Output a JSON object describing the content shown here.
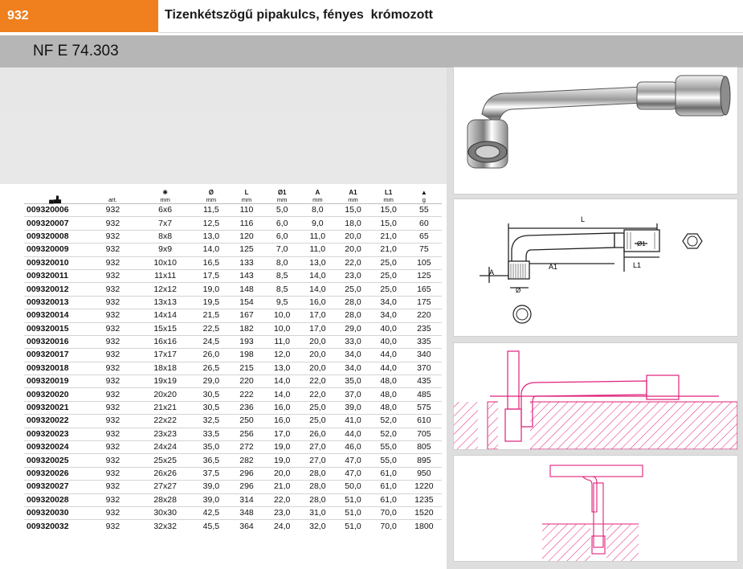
{
  "header": {
    "code": "932",
    "title": "Tizenkétszögű pipakulcs, fényes  krómozott",
    "norm": "NF E 74.303"
  },
  "table": {
    "columns": [
      {
        "key": "art",
        "top": "",
        "unit": ""
      },
      {
        "key": "ref",
        "top": "",
        "unit": "art."
      },
      {
        "key": "size",
        "top": "",
        "unit": "mm"
      },
      {
        "key": "d",
        "top": "Ø",
        "unit": "mm"
      },
      {
        "key": "L",
        "top": "L",
        "unit": "mm"
      },
      {
        "key": "d1",
        "top": "Ø1",
        "unit": "mm"
      },
      {
        "key": "A",
        "top": "A",
        "unit": "mm"
      },
      {
        "key": "A1",
        "top": "A1",
        "unit": "mm"
      },
      {
        "key": "L1",
        "top": "L1",
        "unit": "mm"
      },
      {
        "key": "g",
        "top": "",
        "unit": "g"
      }
    ],
    "rows": [
      [
        "009320006",
        "932",
        "6x6",
        "11,5",
        "110",
        "5,0",
        "8,0",
        "15,0",
        "15,0",
        "55"
      ],
      [
        "009320007",
        "932",
        "7x7",
        "12,5",
        "116",
        "6,0",
        "9,0",
        "18,0",
        "15,0",
        "60"
      ],
      [
        "009320008",
        "932",
        "8x8",
        "13,0",
        "120",
        "6,0",
        "11,0",
        "20,0",
        "21,0",
        "65"
      ],
      [
        "009320009",
        "932",
        "9x9",
        "14,0",
        "125",
        "7,0",
        "11,0",
        "20,0",
        "21,0",
        "75"
      ],
      [
        "009320010",
        "932",
        "10x10",
        "16,5",
        "133",
        "8,0",
        "13,0",
        "22,0",
        "25,0",
        "105"
      ],
      [
        "009320011",
        "932",
        "11x11",
        "17,5",
        "143",
        "8,5",
        "14,0",
        "23,0",
        "25,0",
        "125"
      ],
      [
        "009320012",
        "932",
        "12x12",
        "19,0",
        "148",
        "8,5",
        "14,0",
        "25,0",
        "25,0",
        "165"
      ],
      [
        "009320013",
        "932",
        "13x13",
        "19,5",
        "154",
        "9,5",
        "16,0",
        "28,0",
        "34,0",
        "175"
      ],
      [
        "009320014",
        "932",
        "14x14",
        "21,5",
        "167",
        "10,0",
        "17,0",
        "28,0",
        "34,0",
        "220"
      ],
      [
        "009320015",
        "932",
        "15x15",
        "22,5",
        "182",
        "10,0",
        "17,0",
        "29,0",
        "40,0",
        "235"
      ],
      [
        "009320016",
        "932",
        "16x16",
        "24,5",
        "193",
        "11,0",
        "20,0",
        "33,0",
        "40,0",
        "335"
      ],
      [
        "009320017",
        "932",
        "17x17",
        "26,0",
        "198",
        "12,0",
        "20,0",
        "34,0",
        "44,0",
        "340"
      ],
      [
        "009320018",
        "932",
        "18x18",
        "26,5",
        "215",
        "13,0",
        "20,0",
        "34,0",
        "44,0",
        "370"
      ],
      [
        "009320019",
        "932",
        "19x19",
        "29,0",
        "220",
        "14,0",
        "22,0",
        "35,0",
        "48,0",
        "435"
      ],
      [
        "009320020",
        "932",
        "20x20",
        "30,5",
        "222",
        "14,0",
        "22,0",
        "37,0",
        "48,0",
        "485"
      ],
      [
        "009320021",
        "932",
        "21x21",
        "30,5",
        "236",
        "16,0",
        "25,0",
        "39,0",
        "48,0",
        "575"
      ],
      [
        "009320022",
        "932",
        "22x22",
        "32,5",
        "250",
        "16,0",
        "25,0",
        "41,0",
        "52,0",
        "610"
      ],
      [
        "009320023",
        "932",
        "23x23",
        "33,5",
        "256",
        "17,0",
        "26,0",
        "44,0",
        "52,0",
        "705"
      ],
      [
        "009320024",
        "932",
        "24x24",
        "35,0",
        "272",
        "19,0",
        "27,0",
        "46,0",
        "55,0",
        "805"
      ],
      [
        "009320025",
        "932",
        "25x25",
        "36,5",
        "282",
        "19,0",
        "27,0",
        "47,0",
        "55,0",
        "895"
      ],
      [
        "009320026",
        "932",
        "26x26",
        "37,5",
        "296",
        "20,0",
        "28,0",
        "47,0",
        "61,0",
        "950"
      ],
      [
        "009320027",
        "932",
        "27x27",
        "39,0",
        "296",
        "21,0",
        "28,0",
        "50,0",
        "61,0",
        "1220"
      ],
      [
        "009320028",
        "932",
        "28x28",
        "39,0",
        "314",
        "22,0",
        "28,0",
        "51,0",
        "61,0",
        "1235"
      ],
      [
        "009320030",
        "932",
        "30x30",
        "42,5",
        "348",
        "23,0",
        "31,0",
        "51,0",
        "70,0",
        "1520"
      ],
      [
        "009320032",
        "932",
        "32x32",
        "45,5",
        "364",
        "24,0",
        "32,0",
        "51,0",
        "70,0",
        "1800"
      ]
    ]
  },
  "diagram": {
    "label_L": "L",
    "label_L1": "L1",
    "label_A": "A",
    "label_A1": "A1",
    "label_d": "Ø",
    "label_d1": "Ø1"
  },
  "icons": {
    "article": "toolbox-icon",
    "size": "twelve-point-socket-icon",
    "weight": "weight-icon"
  },
  "colors": {
    "brand_orange": "#f07f1e",
    "drawing_magenta": "#e0207a",
    "panel_gray": "#b6b6b6"
  }
}
